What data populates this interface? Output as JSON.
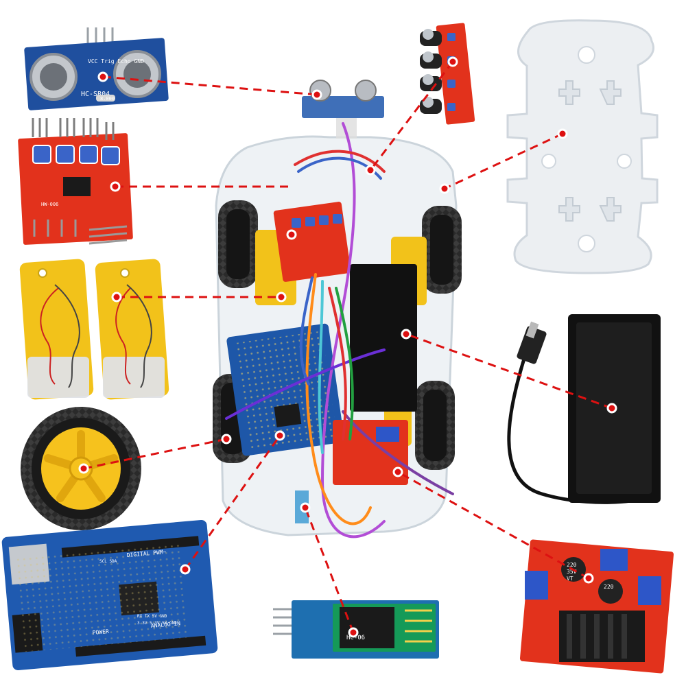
{
  "image": {
    "subject": "robot car kit with labeled components",
    "components": [
      {
        "name": "ultrasonic-sensor",
        "text": [
          "HC-SR04",
          "VCC",
          "Trig",
          "Echo",
          "GND",
          "8.000"
        ]
      },
      {
        "name": "line-tracking-module",
        "text": [
          "HW-006"
        ]
      },
      {
        "name": "ir-sensor-array",
        "text": []
      },
      {
        "name": "acrylic-chassis",
        "text": []
      },
      {
        "name": "gear-motor-left",
        "text": []
      },
      {
        "name": "gear-motor-right",
        "text": []
      },
      {
        "name": "wheel",
        "text": []
      },
      {
        "name": "battery-box",
        "text": []
      },
      {
        "name": "arduino-uno-board",
        "text": [
          "DIGITAL PWM~",
          "POWER",
          "ANALOG IN",
          "RX TX 5V GND",
          "SCL SDA",
          "3.3V 5.3V 5V GND"
        ]
      },
      {
        "name": "bluetooth-module",
        "text": [
          "HC-06"
        ]
      },
      {
        "name": "l298n-driver",
        "text": [
          "220",
          "35V",
          "VT"
        ]
      }
    ],
    "colors": {
      "leader": "#dd1111",
      "marker": "#ffffff",
      "sensor_blue": "#1f4f9e",
      "module_red": "#e2321c",
      "motor_yellow": "#f2c21a",
      "tire_black": "#222222"
    }
  }
}
